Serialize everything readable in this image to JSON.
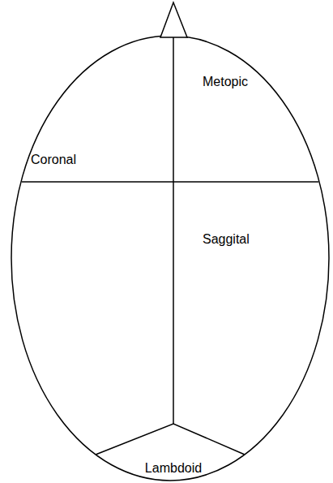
{
  "diagram": {
    "labels": [
      "Metopic",
      "Coronal",
      "Saggital",
      "Lambdoid"
    ]
  }
}
